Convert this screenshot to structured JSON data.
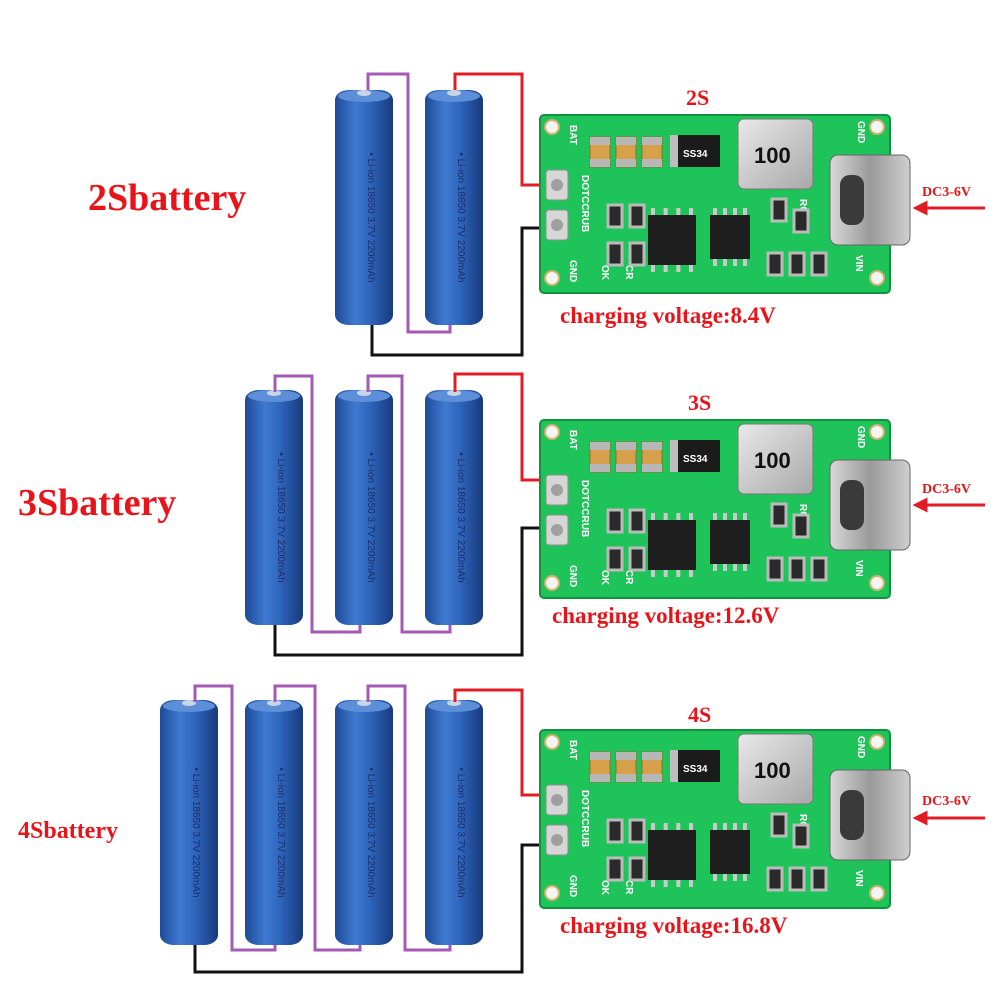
{
  "sections": [
    {
      "id": "2s",
      "battery_label": "2Sbattery",
      "board_title": "2S",
      "input_label": "DC3-6V",
      "charging_voltage": "charging voltage:8.4V",
      "cell_count": 2
    },
    {
      "id": "3s",
      "battery_label": "3Sbattery",
      "board_title": "3S",
      "input_label": "DC3-6V",
      "charging_voltage": "charging voltage:12.6V",
      "cell_count": 3
    },
    {
      "id": "4s",
      "battery_label": "4Sbattery",
      "board_title": "4S",
      "input_label": "DC3-6V",
      "charging_voltage": "charging voltage:16.8V",
      "cell_count": 4
    }
  ],
  "cell": {
    "text_line1": "• Li-ion 18650 3.7V 2200mAh",
    "color": "#2e63b8"
  },
  "board": {
    "silk_bat": "BAT",
    "silk_gnd": "GND",
    "silk_dot": "DOTCCRUB",
    "silk_ok": "OK",
    "silk_cr": "CR",
    "silk_rcs": "RCS",
    "silk_vin": "VIN",
    "diode": "SS34",
    "inductor": "100",
    "pcb_color": "#1ec45a"
  },
  "colors": {
    "label_red": "#e8141a",
    "wire_red": "#e01c24",
    "wire_purple": "#a45ab4",
    "wire_black": "#111111"
  }
}
